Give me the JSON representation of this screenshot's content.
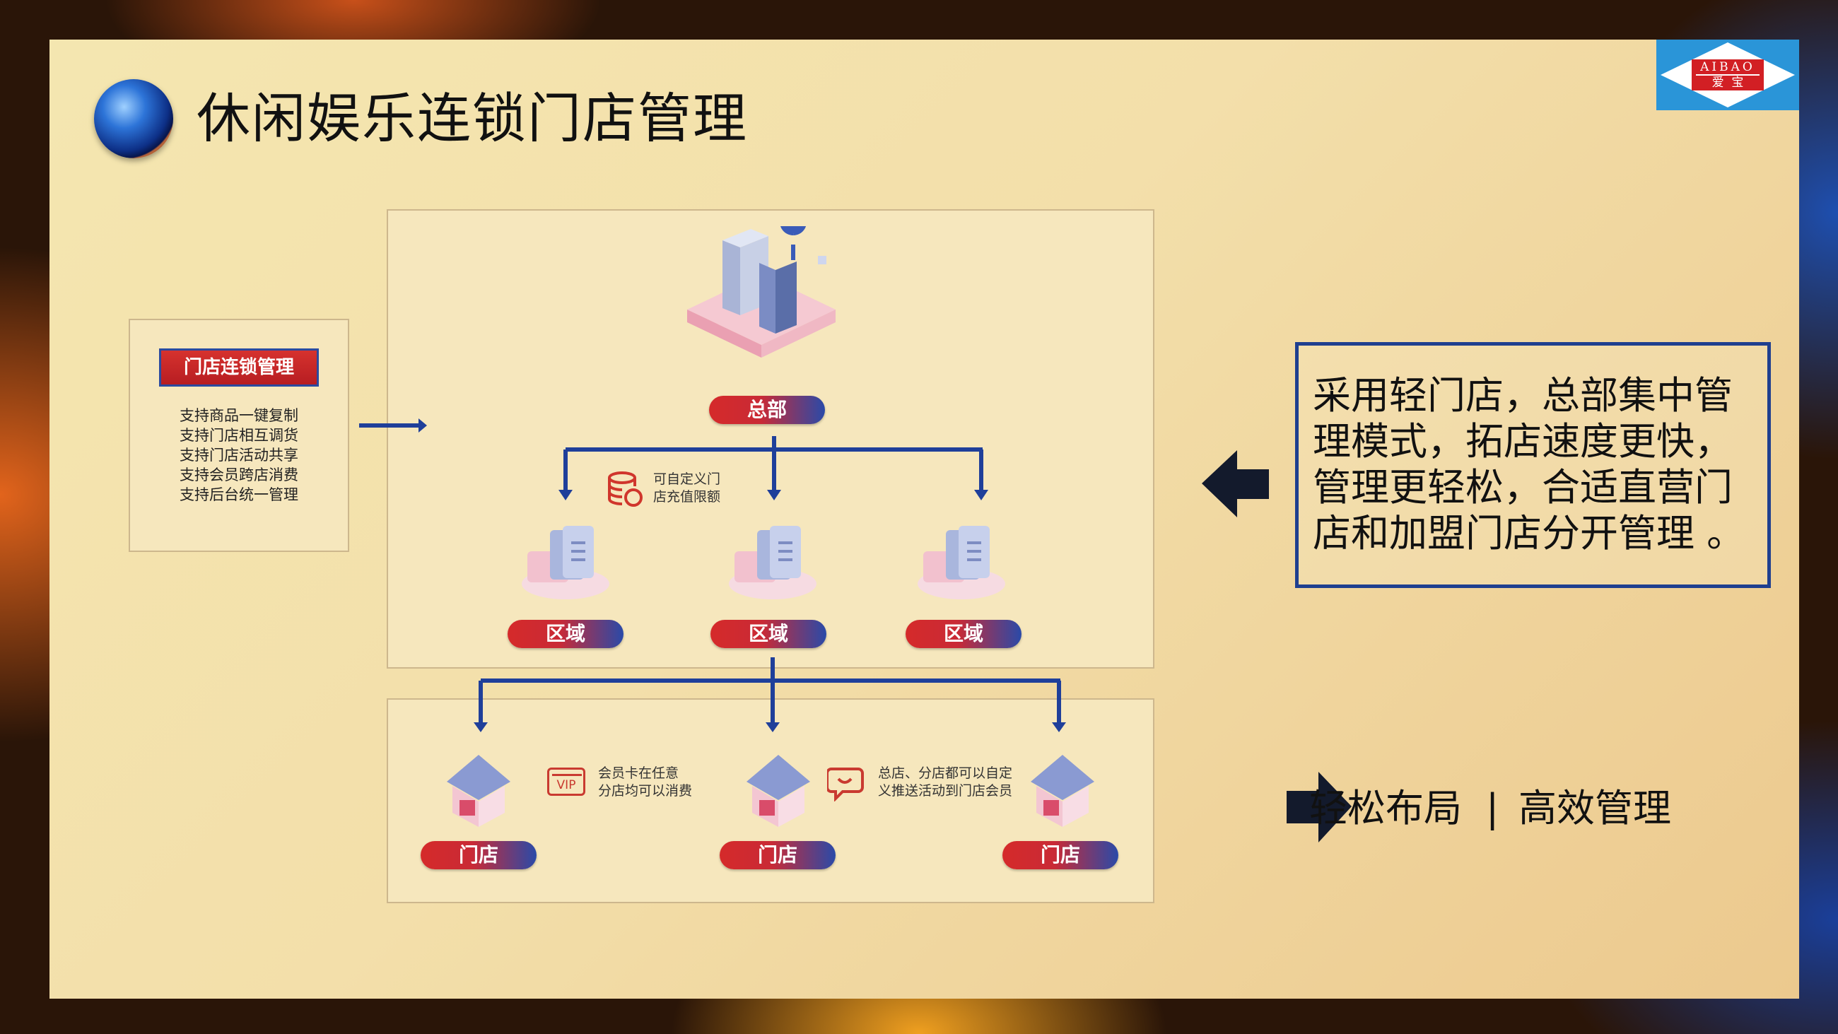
{
  "title": "休闲娱乐连锁门店管理",
  "logo": {
    "top_text": "AIBAO",
    "bottom_text": "爱  宝"
  },
  "left_panel": {
    "heading": "门店连锁管理",
    "features": [
      "支持商品一键复制",
      "支持门店相互调货",
      "支持门店活动共享",
      "支持会员跨店消费",
      "支持后台统一管理"
    ]
  },
  "hq": {
    "label": "总部",
    "note_line1": "可自定义门",
    "note_line2": "店充值限额"
  },
  "regions": [
    "区域",
    "区域",
    "区域"
  ],
  "stores": [
    "门店",
    "门店",
    "门店"
  ],
  "vip": {
    "icon_text": "VIP",
    "note_line1": "会员卡在任意",
    "note_line2": "分店均可以消费"
  },
  "promo": {
    "note_line1": "总店、分店都可以自定",
    "note_line2": "义推送活动到门店会员"
  },
  "right_text": "采用轻门店，总部集中管理模式，拓店速度更快，管理更轻松，合适直营门店和加盟门店分开管理 。",
  "slogan": {
    "left": "轻松布局",
    "separator": "|",
    "right": "高效管理"
  },
  "colors": {
    "navy": "#1f3f8f",
    "red": "#d52a2a",
    "panel": "#f4e6b0"
  }
}
